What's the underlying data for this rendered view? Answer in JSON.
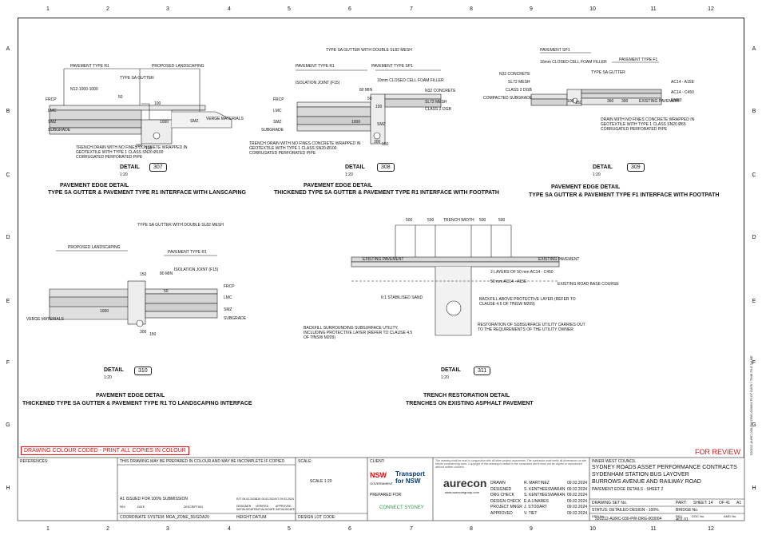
{
  "grid": {
    "cols": [
      "1",
      "2",
      "3",
      "4",
      "5",
      "6",
      "7",
      "8",
      "9",
      "10",
      "11",
      "12"
    ],
    "rows": [
      "A",
      "B",
      "C",
      "D",
      "E",
      "F",
      "G",
      "H"
    ]
  },
  "details": [
    {
      "tag": "DETAIL",
      "num": "307",
      "scale": "1:20",
      "title1": "PAVEMENT EDGE DETAIL",
      "title2": "TYPE SA GUTTER  & PAVEMENT TYPE R1 INTERFACE WITH LANSCAPING",
      "labels": [
        "PAVEMENT TYPE R1",
        "PROPOSED LANDSCAPING",
        "TYPE SA GUTTER",
        "N12-1000-1000",
        "FRCP",
        "LMC",
        "SMZ",
        "SUBGRADE",
        "VERGE MATERIALS",
        "TRENCH DRAIN WITH NO FINES CONCRETE WRAPPED IN GEOTEXTILE WITH TYPE 1 CLASS SN20 Ø100 CORRUGATED PERFORATED PIPE",
        "50",
        "100",
        "1000",
        "SMZ",
        "300",
        "100"
      ]
    },
    {
      "tag": "DETAIL",
      "num": "308",
      "scale": "1:20",
      "title1": "PAVEMENT EDGE DETAIL",
      "title2": "THICKENED TYPE SA GUTTER & PAVEMENT TYPE R1 INTERFACE WITH FOOTPATH",
      "labels": [
        "TYPE SA GUTTER WITH DOUBLE SL82 MESH",
        "PAVEMENT TYPE R1",
        "PAVEMENT TYPE SP1",
        "ISOLATION JOINT (F15)",
        "10mm CLOSED CELL FOAM FILLER",
        "N32 CONCRETE",
        "SL72 MESH",
        "CLASS 2 DGB",
        "FRCP",
        "LMC",
        "SMZ",
        "SUBGRADE",
        "TRENCH DRAIN WITH NO FINES CONCRETE WRAPPED IN GEOTEXTILE WITH TYPE 1 CLASS SN20 Ø100 CORRUGATED PERFORATED PIPE",
        "80 MIN",
        "50",
        "100",
        "1000",
        "SMZ",
        "300",
        "150"
      ]
    },
    {
      "tag": "DETAIL",
      "num": "309",
      "scale": "1:20",
      "title1": "PAVEMENT EDGE DETAIL",
      "title2": "TYPE SA GUTTER  & PAVEMENT TYPE F1 INTERFACE WITH FOOTPATH",
      "labels": [
        "PAVEMENT SP1",
        "10mm CLOSED CELL FOAM FILLER",
        "TYPE SA GUTTER",
        "PAVEMENT TYPE F1",
        "N32 CONCRETE",
        "SL72 MESH",
        "CLASS 2 DGB",
        "COMPACTED SUBGRADE",
        "AC14 - A15E",
        "AC14 - C450",
        "EXISTING PAVEMENT",
        "EME2",
        "DRAIN WITH NO FINES CONCRETE WRAPPED IN GEOTEXTILE WITH TYPE 1 CLASS SN20 Ø65 CORRUGATED PERFORATED PIPE",
        "100",
        "150",
        "360",
        "300"
      ]
    },
    {
      "tag": "DETAIL",
      "num": "310",
      "scale": "1:20",
      "title1": "PAVEMENT EDGE DETAIL",
      "title2": "THICKENED TYPE SA GUTTER & PAVEMENT TYPE R1 TO LANDSCAPING INTERFACE",
      "labels": [
        "TYPE SA GUTTER WITH DOUBLE SL82 MESH",
        "PROPOSED LANDSCAPING",
        "PAVEMENT TYPE R1",
        "ISOLATION JOINT (F15)",
        "FRCP",
        "LMC",
        "SMZ",
        "SUBGRADE",
        "VERGE MATERIALS",
        "150",
        "50",
        "80 MIN",
        "1000",
        "300",
        "150"
      ]
    },
    {
      "tag": "DETAIL",
      "num": "311",
      "scale": "1:20",
      "title1": "TRENCH RESTORATION DETAIL",
      "title2": "TRENCHES ON EXISTING ASPHALT PAVEMENT",
      "labels": [
        "500",
        "500",
        "TRENCH WIDTH",
        "500",
        "500",
        "EXISTING PAVEMENT",
        "EXISTING PAVEMENT",
        "2 LAYERS OF 50 mm AC14 - C450",
        "50 mm AC14 - A15E",
        "EXISTING ROAD BASE COURSE",
        "6:1 STABILISED SAND",
        "BACKFILL ABOVE PROTECTIVE LAYER (REFER TO CLAUSE 4.5 OF TfNSW M209)",
        "BACKFILL SURROUNDING SUBSURFACE UTILITY, INCLUDING PROTECTIVE LAYER (REFER TO CLAUSE 4.5 OF TfNSW M209)",
        "RESTORATION OF SUBSURFACE UTILITY CARRIES OUT TO THE REQUIREMENTS OF THE UTILITY OWNER"
      ]
    }
  ],
  "banner": {
    "colour_note": "DRAWING COLOUR CODED - PRINT ALL COPIES IN COLOUR",
    "for_review": "FOR REVIEW"
  },
  "titleblock": {
    "references": "REFERENCES:",
    "colour_copy": "THIS DRAWING MAY BE PREPARED IN COLOUR AND MAY BE INCOMPLETE IF COPIED.",
    "scale_label": "SCALE:",
    "scale_value": "SCALE 1:20",
    "client_label": "CLIENT:",
    "nsw": "NSW",
    "nsw_sub": "GOVERNMENT",
    "tfnsw": "Transport for NSW",
    "prepared_for": "PREPARED FOR:",
    "connect": "CONNECT SYDNEY",
    "aurecon": "aurecon",
    "aurecon_web": "www.aurecongroup.com",
    "rev_row": "A1   ISSUED FOR 100% SUBMISSION",
    "rev_headers": [
      "REV",
      "DATE",
      "DESCRIPTION",
      "DESIGNER INITIALS/DATE",
      "VERIFIED INITIALS/DATE",
      "APPROVED INITIALS/DATE"
    ],
    "rev_dates": [
      "RJT 09.02.2024",
      "SJK 09.02.2024",
      "VT 09.02.2024"
    ],
    "coord": "COORDINATE SYSTEM: MGA_ZONE_56/GDA20",
    "height_datum": "HEIGHT DATUM",
    "design_lot": "DESIGN LOT CODE:",
    "roles": [
      {
        "role": "DRAWN",
        "name": "R. MARTINEZ",
        "date": "09.02.2024"
      },
      {
        "role": "DESIGNED",
        "name": "S. KENTHEESWARAN",
        "date": "09.02.2024"
      },
      {
        "role": "DRG CHECK",
        "name": "S. KENTHEESWARAN",
        "date": "09.02.2024"
      },
      {
        "role": "DESIGN CHECK",
        "name": "E.A.LINARES",
        "date": "09.02.2024"
      },
      {
        "role": "PROJECT MNGR",
        "name": "J. STODART",
        "date": "09.02.2024"
      },
      {
        "role": "APPROVED",
        "name": "V. TIET",
        "date": "09.02.2024"
      }
    ],
    "council": "INNER WEST COUNCIL",
    "project1": "SYDNEY ROADS ASSET PERFORMANCE CONTRACTS",
    "project2": "SYDENHAM STATION BUS LAYOVER",
    "project3": "BURROWS AVENUE AND RAILWAY ROAD",
    "project4": "PAVEMENT EDGE DETAILS - SHEET 2",
    "drawing_set": "DRAWING SET No.",
    "part": "PART:",
    "sheet": "SHEET: 14",
    "of": "OF 41",
    "size": "A1",
    "status": "STATUS: DETAILED DESIGN - 100%",
    "bridge": "BRIDGE No.",
    "drg_no_label": "DRG No.",
    "drg_no": "520212-AURC-030-PW-DRG-003004",
    "rev_label": "REV",
    "rev_value": "A01.01",
    "doc_no_label": "DOC No.",
    "amd_no_label": "AMD No.",
    "disclaimer": "The drawing shall be read in conjunction with all other project documents. The contractor shall verify all dimensions on site before commencing work. Copyright of this drawing is vested in the consultant and it must not be copied or reproduced without written consent."
  },
  "side_text": "520212-AURC-030-PW-DRG-003004  PLOT DATE / TIME  FILE NAME"
}
